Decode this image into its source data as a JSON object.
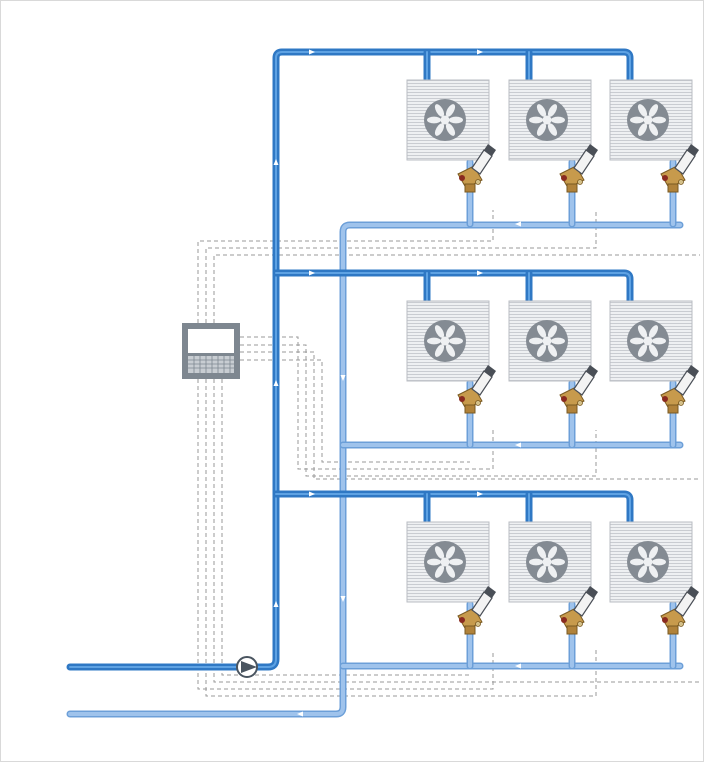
{
  "diagram": {
    "kind": "hydronic-schematic",
    "description_visible_text": "",
    "levels": [
      {
        "id": "level-1",
        "units": [
          "unit-1",
          "unit-2",
          "unit-3"
        ]
      },
      {
        "id": "level-2",
        "units": [
          "unit-1",
          "unit-2",
          "unit-3"
        ]
      },
      {
        "id": "level-3",
        "units": [
          "unit-1",
          "unit-2",
          "unit-3"
        ]
      }
    ],
    "components": {
      "controller": "control-panel-icon",
      "pump": "pump-icon",
      "terminal_unit": "fan-coil-icon",
      "valve": "control-valve-icon"
    },
    "colors": {
      "supply_pipe": "#2f78c4",
      "supply_pipe_highlight": "#5ea2e3",
      "return_pipe": "#9fc3ec",
      "return_pipe_edge": "#6c9fd8",
      "signal_wire": "#9a9a9a",
      "unit_face": "#e9ebee",
      "unit_line": "#c9ccd1",
      "fan": "#848b93",
      "controller_body": "#7e8790",
      "valve_brass": "#c79a4c",
      "actuator": "#4a4f57"
    }
  }
}
